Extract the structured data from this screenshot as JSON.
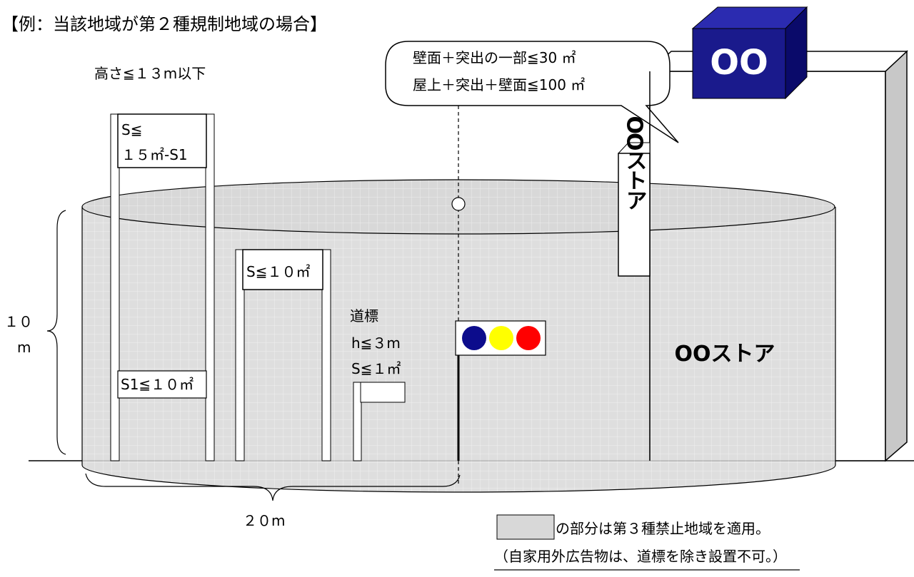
{
  "title": "【例：当該地域が第２種規制地域の場合】",
  "tall_sign": {
    "height_label": "高さ≦１３m以下",
    "upper_line1": "S≦",
    "upper_line2": "１５㎡-S1",
    "lower_label": "S1≦１０㎡"
  },
  "mid_sign": {
    "label": "S≦１０㎡"
  },
  "road_sign": {
    "line1": "道標",
    "line2": "h≦３m",
    "line3": "S≦１㎡"
  },
  "left_dimension": {
    "line1": "１０",
    "line2": "m"
  },
  "bottom_dimension": {
    "label": "２０m"
  },
  "callout": {
    "line1": "壁面＋突出の一部≦30 ㎡",
    "line2": "屋上＋突出＋壁面≦100 ㎡"
  },
  "rooftop_sign": {
    "text": "OO"
  },
  "vertical_sign": {
    "text": "OOストア"
  },
  "wall_sign": {
    "text": "OOストア"
  },
  "flag_dots": {
    "colors": [
      "#0c0c8c",
      "#ffff00",
      "#ff0000"
    ]
  },
  "legend": {
    "line1": "の部分は第３種禁止地域を適用。",
    "line2": "（自家用外広告物は、道標を除き設置不可。）"
  },
  "colors": {
    "zone_fill": "#d8d8d8",
    "grid": "#ffffff",
    "cube_front": "#1a1a8c",
    "cube_side": "#0a0a6a",
    "cube_top": "#2b2bb0"
  }
}
